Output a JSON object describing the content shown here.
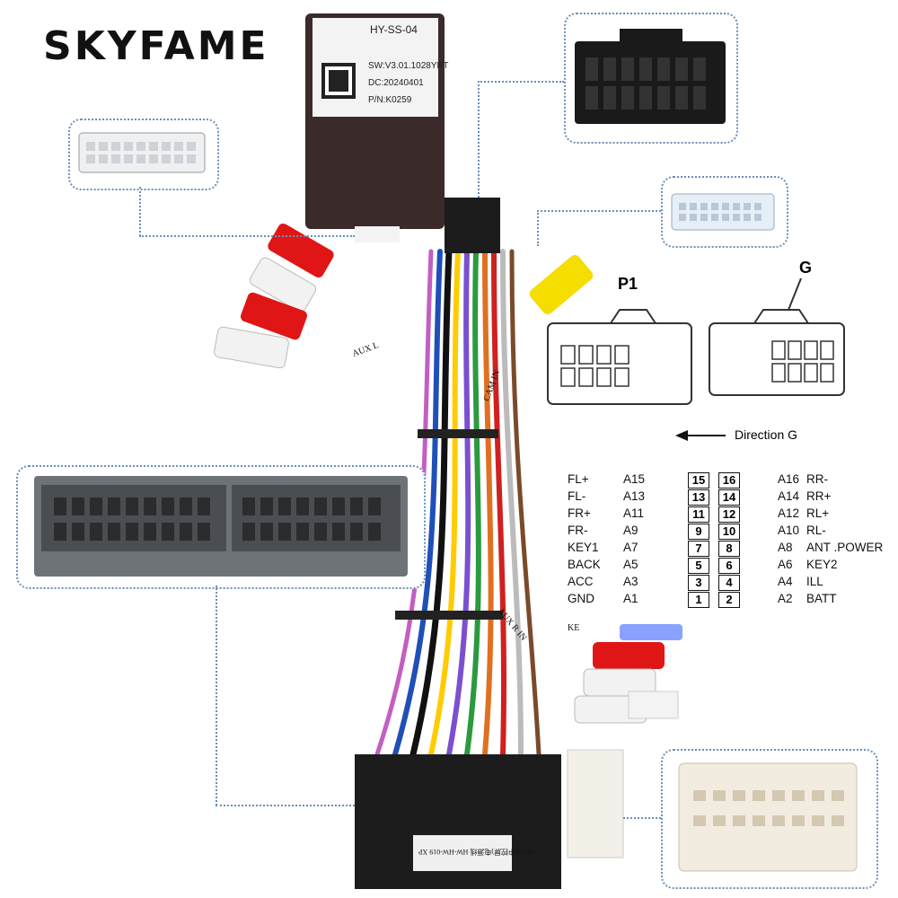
{
  "brand": "SKYFAME",
  "module": {
    "model": "HY-SS-04",
    "sw": "SW:V3.01.1028YPT",
    "dc": "DC:20240401",
    "pn": "P/N:K0259"
  },
  "cable_tags": {
    "aux_l": "AUX L",
    "cam_in": "CAM IN",
    "aux_r_in": "AUX R IN",
    "ke": "KE",
    "bottom_label": "IX45(中控屏)电源线 HW-HW-019 XP"
  },
  "connector_labels": {
    "p1": "P1",
    "g": "G",
    "direction": "Direction G"
  },
  "pinout": {
    "left": [
      {
        "func": "FL+",
        "pin": "A15",
        "num": "15"
      },
      {
        "func": "FL-",
        "pin": "A13",
        "num": "13"
      },
      {
        "func": "FR+",
        "pin": "A11",
        "num": "11"
      },
      {
        "func": "FR-",
        "pin": "A9",
        "num": "9"
      },
      {
        "func": "KEY1",
        "pin": "A7",
        "num": "7"
      },
      {
        "func": "BACK",
        "pin": "A5",
        "num": "5"
      },
      {
        "func": "ACC",
        "pin": "A3",
        "num": "3"
      },
      {
        "func": "GND",
        "pin": "A1",
        "num": "1"
      }
    ],
    "right": [
      {
        "func": "RR-",
        "pin": "A16",
        "num": "16"
      },
      {
        "func": "RR+",
        "pin": "A14",
        "num": "14"
      },
      {
        "func": "RL+",
        "pin": "A12",
        "num": "12"
      },
      {
        "func": "RL-",
        "pin": "A10",
        "num": "10"
      },
      {
        "func": "ANT .POWER",
        "pin": "A8",
        "num": "8"
      },
      {
        "func": "KEY2",
        "pin": "A6",
        "num": "6"
      },
      {
        "func": "ILL",
        "pin": "A4",
        "num": "4"
      },
      {
        "func": "BATT",
        "pin": "A2",
        "num": "2"
      }
    ]
  },
  "colors": {
    "callout_border": "#6a8fb8",
    "module_body": "#3a2a2a",
    "connector_grey": "#6e7378"
  }
}
